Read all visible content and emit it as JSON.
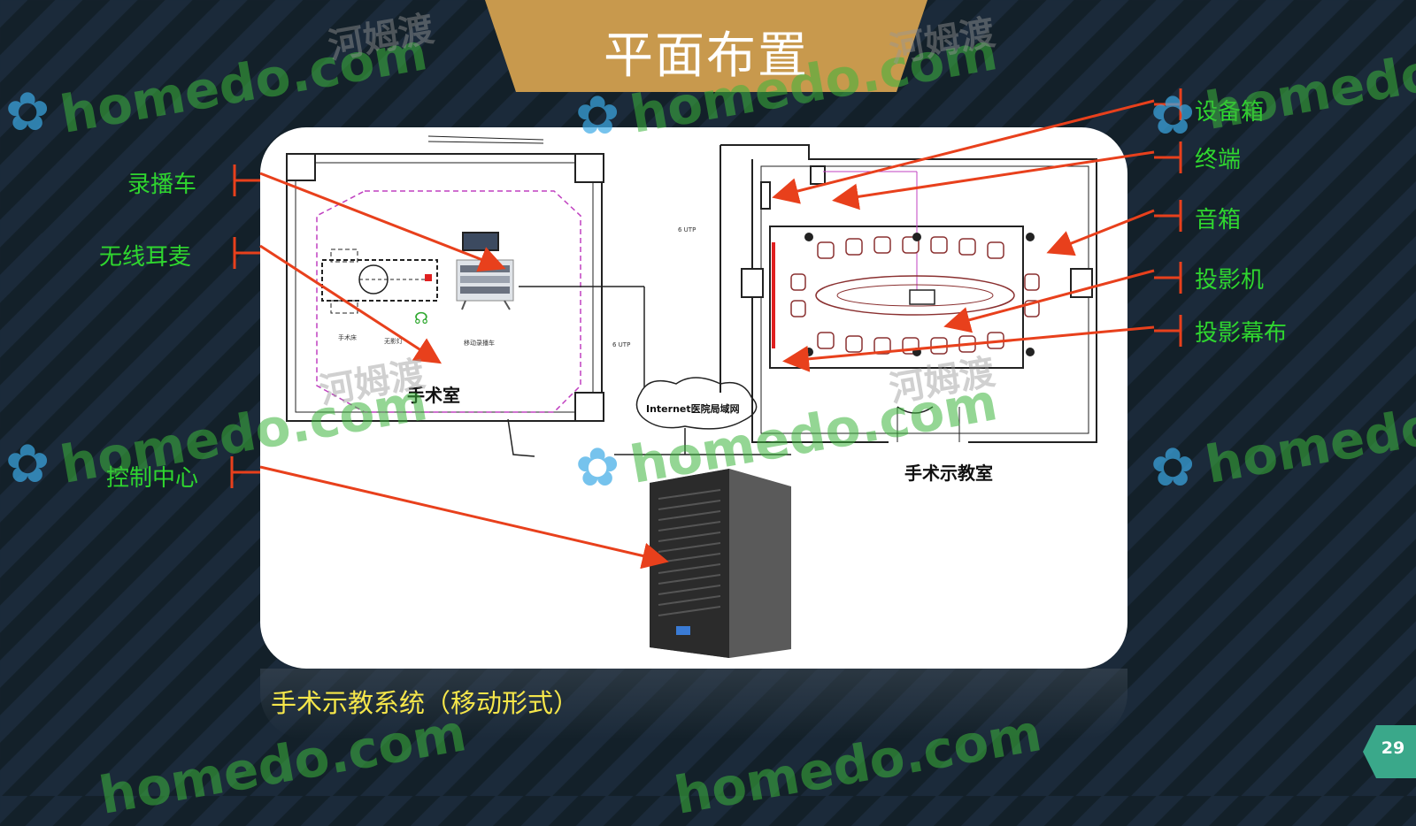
{
  "title": "平面布置",
  "labels": {
    "recording_cart": "录播车",
    "wireless_headset": "无线耳麦",
    "control_center": "控制中心",
    "equipment_cabinet": "设备箱",
    "terminal": "终端",
    "speaker": "音箱",
    "projector": "投影机",
    "projection_screen": "投影幕布"
  },
  "rooms": {
    "operating_room": "手术室",
    "teaching_room": "手术示教室"
  },
  "network_label": "Internet医院局域网",
  "cable_labels": [
    "6 UTP",
    "6 UTP"
  ],
  "caption": "手术示教系统（移动形式）",
  "page_number": "29",
  "watermark": {
    "text": "homedo.com",
    "cn": "河姆渡"
  },
  "colors": {
    "banner": "#c8994d",
    "label": "#2fd62f",
    "caption": "#f5e64a",
    "arrow": "#e8401c",
    "badge": "#3aa88a"
  }
}
